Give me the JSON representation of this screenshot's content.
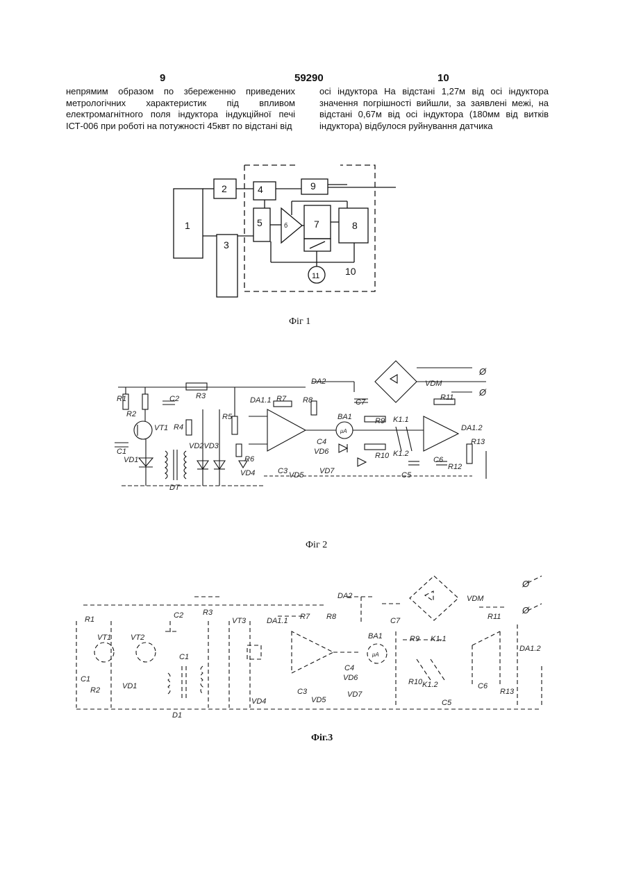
{
  "header": {
    "page_left": "9",
    "patent_number": "59290",
    "page_right": "10"
  },
  "text": {
    "left_column": "непрямим образом по збереженню приведених метрологічних характеристик під впливом електромагнітного поля індуктора індукційної печі ІСТ-006 при роботі на потужності 45квт по відстані від",
    "right_column": "осі індуктора На відстані 1,27м від осі індуктора значення погрішності вийшли, за заявлені межі, на відстані 0,67м від осі індуктора (180мм від витків індуктора) відбулося руйнування датчика"
  },
  "figure1": {
    "caption": "Фіг 1",
    "blocks": [
      "1",
      "2",
      "3",
      "4",
      "5",
      "6",
      "7",
      "8",
      "9",
      "10",
      "11"
    ]
  },
  "figure2": {
    "caption": "Фіг 2",
    "labels": [
      "R1",
      "R2",
      "C2",
      "R3",
      "VT1",
      "R4",
      "R5",
      "C1",
      "VD1",
      "DT",
      "VD2",
      "VD3",
      "DA1.1",
      "R7",
      "R8",
      "R6",
      "VD4",
      "C3",
      "VD5",
      "DA2",
      "C7",
      "BA1",
      "R9",
      "K1.1",
      "C4",
      "VD6",
      "R10",
      "K1.2",
      "VD7",
      "C5",
      "VDM",
      "R11",
      "DA1.2",
      "R13",
      "C6",
      "R12"
    ]
  },
  "figure3": {
    "caption": "Фіг.3",
    "labels": [
      "R1",
      "VT1",
      "VT2",
      "C2",
      "R3",
      "VT3",
      "DA1.1",
      "R7",
      "R8",
      "DA2",
      "C7",
      "VDM",
      "R11",
      "C1",
      "R2",
      "VD1",
      "C1",
      "D1",
      "R9",
      "K1.1",
      "BA1",
      "C4",
      "VD6",
      "K1.2",
      "C6",
      "R13",
      "DA1.2",
      "C3",
      "VD7",
      "VD5",
      "VD4",
      "C5",
      "R10"
    ]
  }
}
